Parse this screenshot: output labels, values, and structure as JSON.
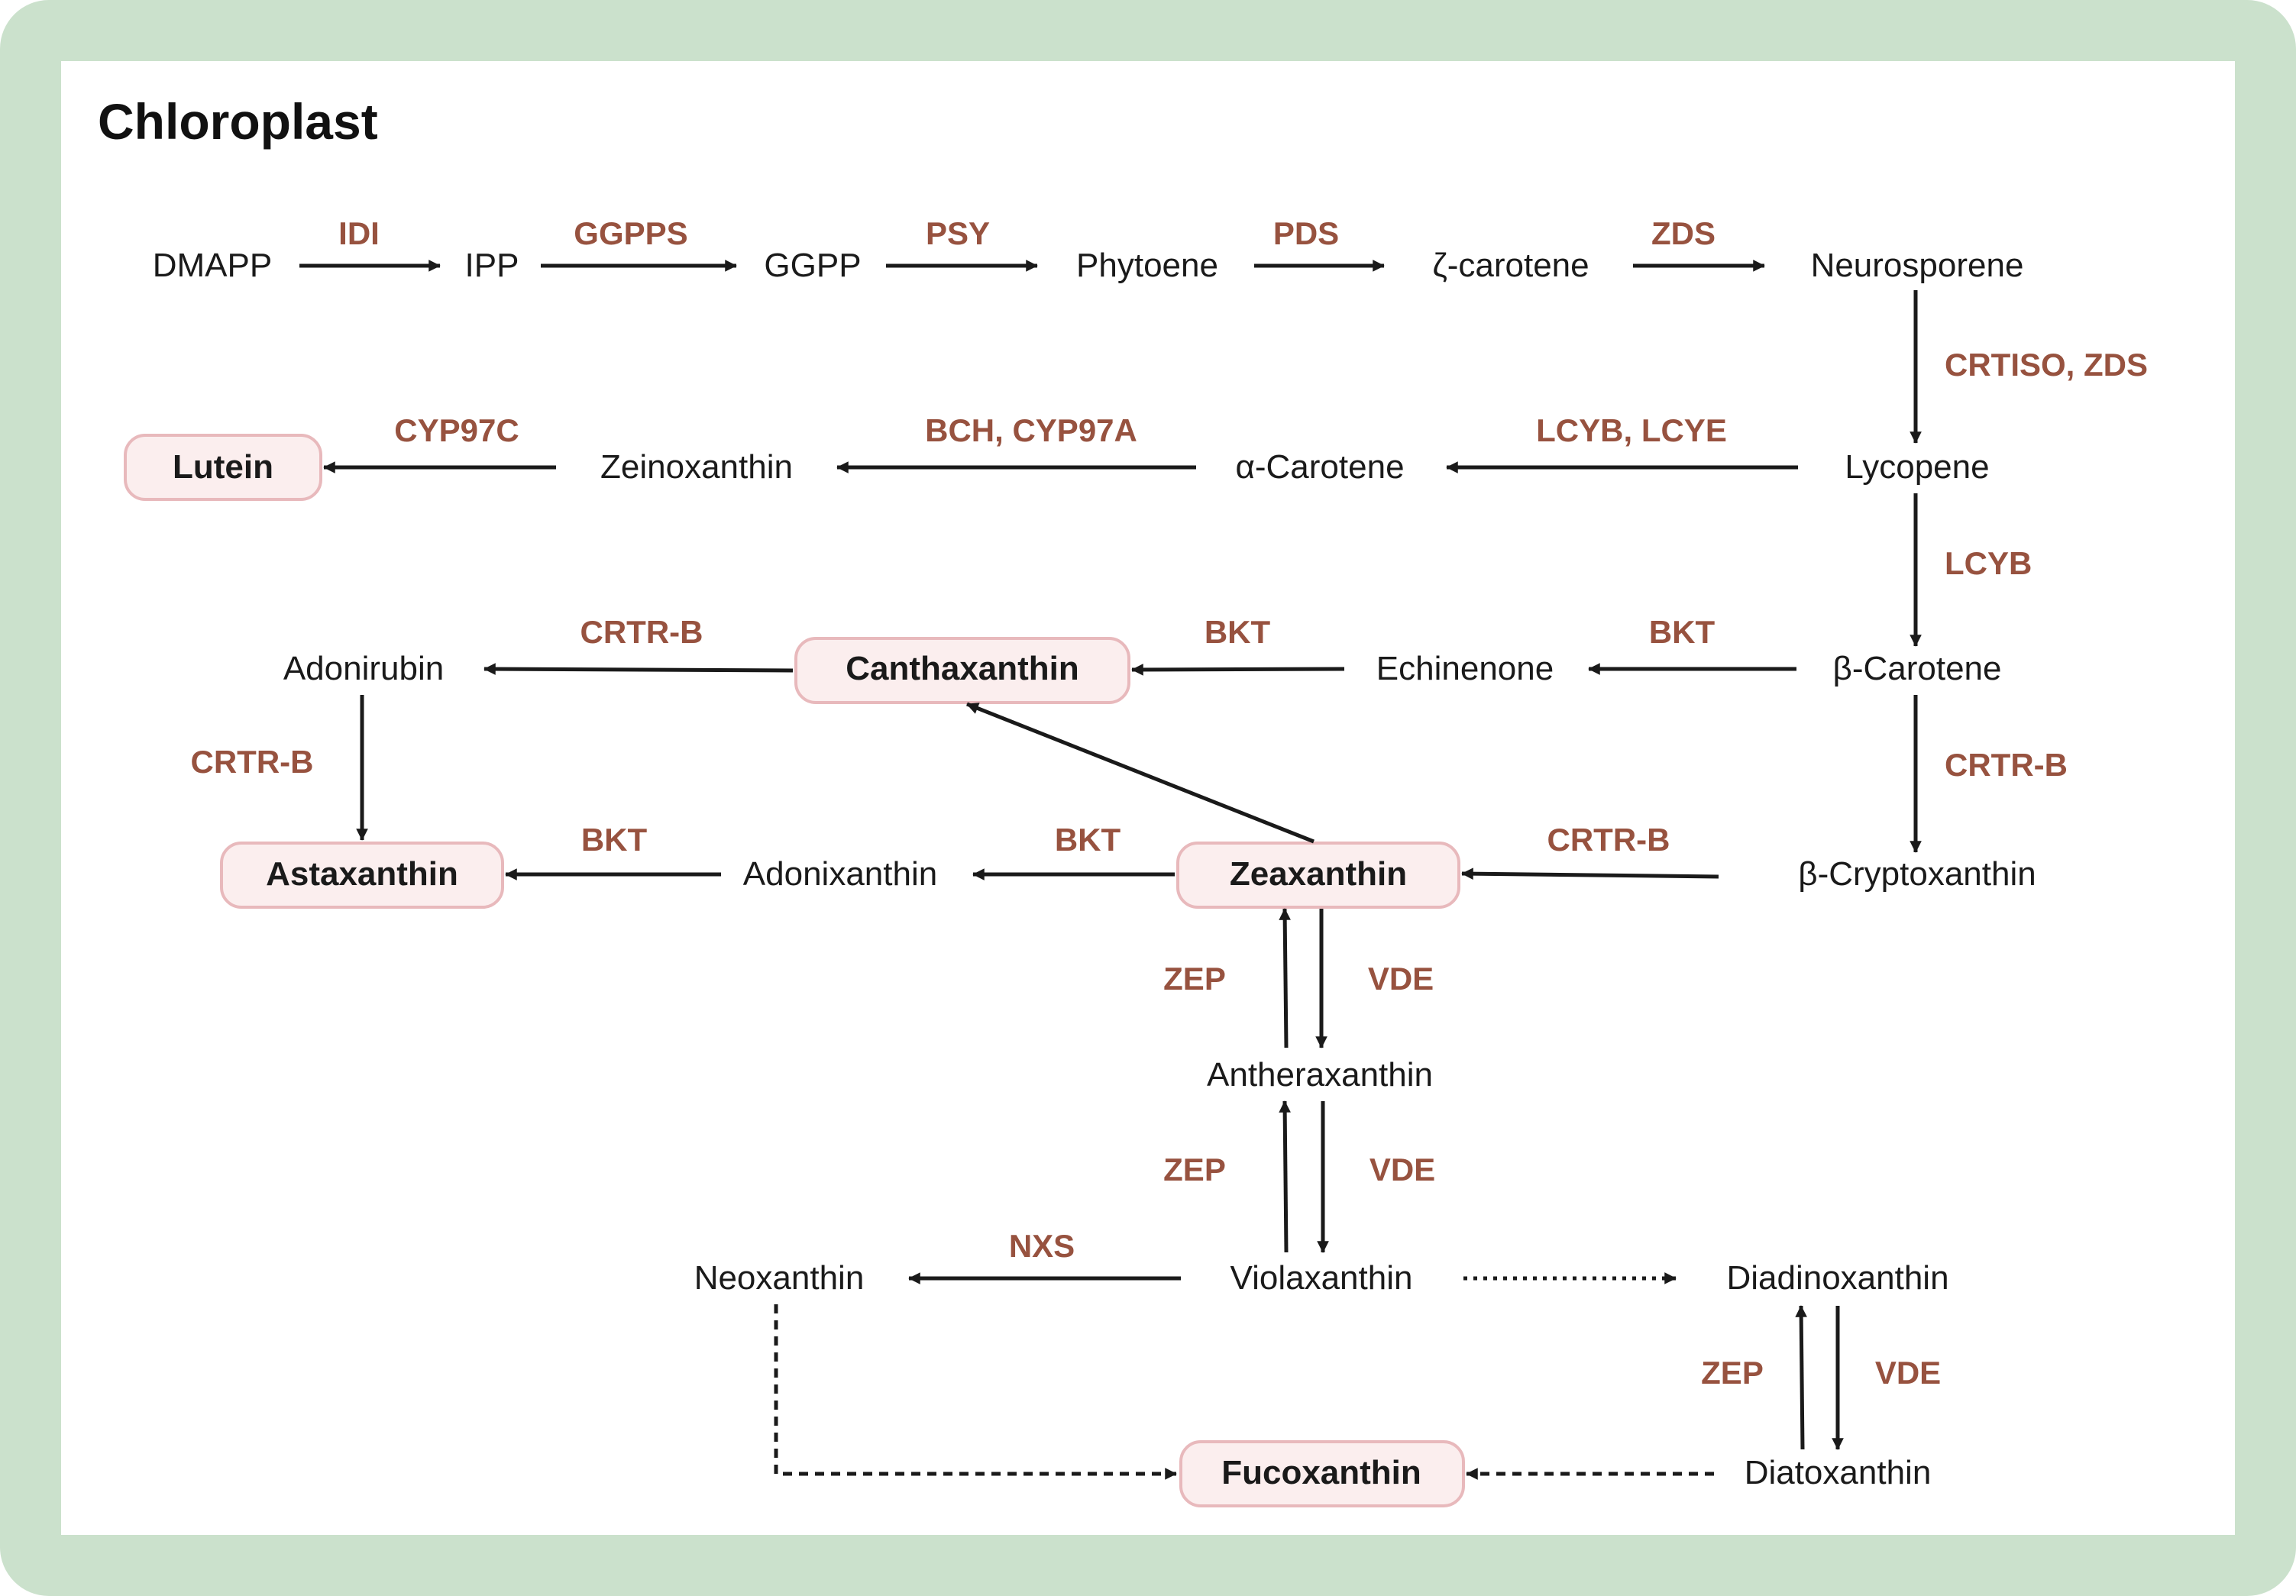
{
  "title": "Chloroplast",
  "colors": {
    "frame": "#cbe1cc",
    "enzyme": "#97523f",
    "product_box_fill": "#fbeeee",
    "product_box_border": "#e8b9bc",
    "arrow": "#1a1a1a"
  },
  "nodes": {
    "dmapp": "DMAPP",
    "ipp": "IPP",
    "ggpp": "GGPP",
    "phytoene": "Phytoene",
    "zeta_carotene": "ζ-carotene",
    "neurosporene": "Neurosporene",
    "lycopene": "Lycopene",
    "alpha_carotene": "α-Carotene",
    "zeinoxanthin": "Zeinoxanthin",
    "lutein": "Lutein",
    "beta_carotene": "β-Carotene",
    "echinenone": "Echinenone",
    "canthaxanthin": "Canthaxanthin",
    "adonirubin": "Adonirubin",
    "astaxanthin": "Astaxanthin",
    "adonixanthin": "Adonixanthin",
    "zeaxanthin": "Zeaxanthin",
    "beta_cryptoxanthin": "β-Cryptoxanthin",
    "antheraxanthin": "Antheraxanthin",
    "violaxanthin": "Violaxanthin",
    "neoxanthin": "Neoxanthin",
    "diadinoxanthin": "Diadinoxanthin",
    "diatoxanthin": "Diatoxanthin",
    "fucoxanthin": "Fucoxanthin"
  },
  "enzymes": {
    "idi": "IDI",
    "ggpps": "GGPPS",
    "psy": "PSY",
    "pds": "PDS",
    "zds": "ZDS",
    "crtiso_zds": "CRTISO, ZDS",
    "lcyb_lcye": "LCYB, LCYE",
    "bch_cyp97a": "BCH, CYP97A",
    "cyp97c": "CYP97C",
    "lcyb": "LCYB",
    "bkt_beta_echinenone": "BKT",
    "bkt_echinenone_canthaxanthin": "BKT",
    "crtrb_canthaxanthin_adonirubin": "CRTR-B",
    "crtrb_adonirubin_astaxanthin": "CRTR-B",
    "crtrb_beta_cryptoxanthin": "CRTR-B",
    "crtrb_cryptoxanthin_zeaxanthin": "CRTR-B",
    "bkt_zeaxanthin_adonixanthin": "BKT",
    "bkt_adonixanthin_astaxanthin": "BKT",
    "zep_zeaxanthin": "ZEP",
    "vde_zeaxanthin": "VDE",
    "zep_antheraxanthin": "ZEP",
    "vde_antheraxanthin": "VDE",
    "nxs": "NXS",
    "zep_diadino": "ZEP",
    "vde_diadino": "VDE"
  }
}
